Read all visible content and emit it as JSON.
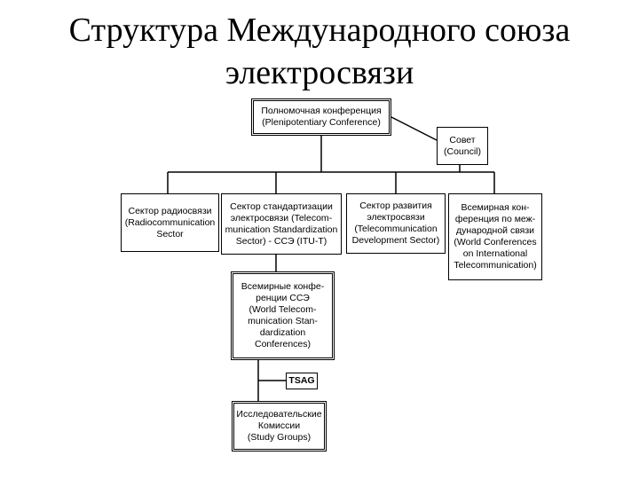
{
  "title": {
    "line1": "Структура Международного союза",
    "line2": "электросвязи"
  },
  "boxes": {
    "plenipotentiary": [
      "Полномочная конференция",
      "(Plenipotentiary Conference)"
    ],
    "council": [
      "Совет",
      "(Council)"
    ],
    "radio": [
      "Сектор радиосвязи",
      "(Radiocommunication",
      "Sector"
    ],
    "standardization": [
      "Сектор стандартизации",
      "электросвязи (Telecom-",
      "munication Standardization",
      "Sector) - ССЭ (ITU-T)"
    ],
    "development": [
      "Сектор развития",
      "электросвязи",
      "(Telecommunication",
      "Development Sector)"
    ],
    "wctc": [
      "Всемирная кон-",
      "ференция по меж-",
      "дународной связи",
      "(World Conferences",
      "on International",
      "Telecommunication)"
    ],
    "wtsc": [
      "Всемирные конфе-",
      "ренции ССЭ",
      "(World Telecom-",
      "munication Stan-",
      "dardization",
      "Conferences)"
    ],
    "tsag": [
      "TSAG"
    ],
    "study_groups": [
      "Исследовательские",
      "Комиссии",
      "(Study Groups)"
    ]
  }
}
